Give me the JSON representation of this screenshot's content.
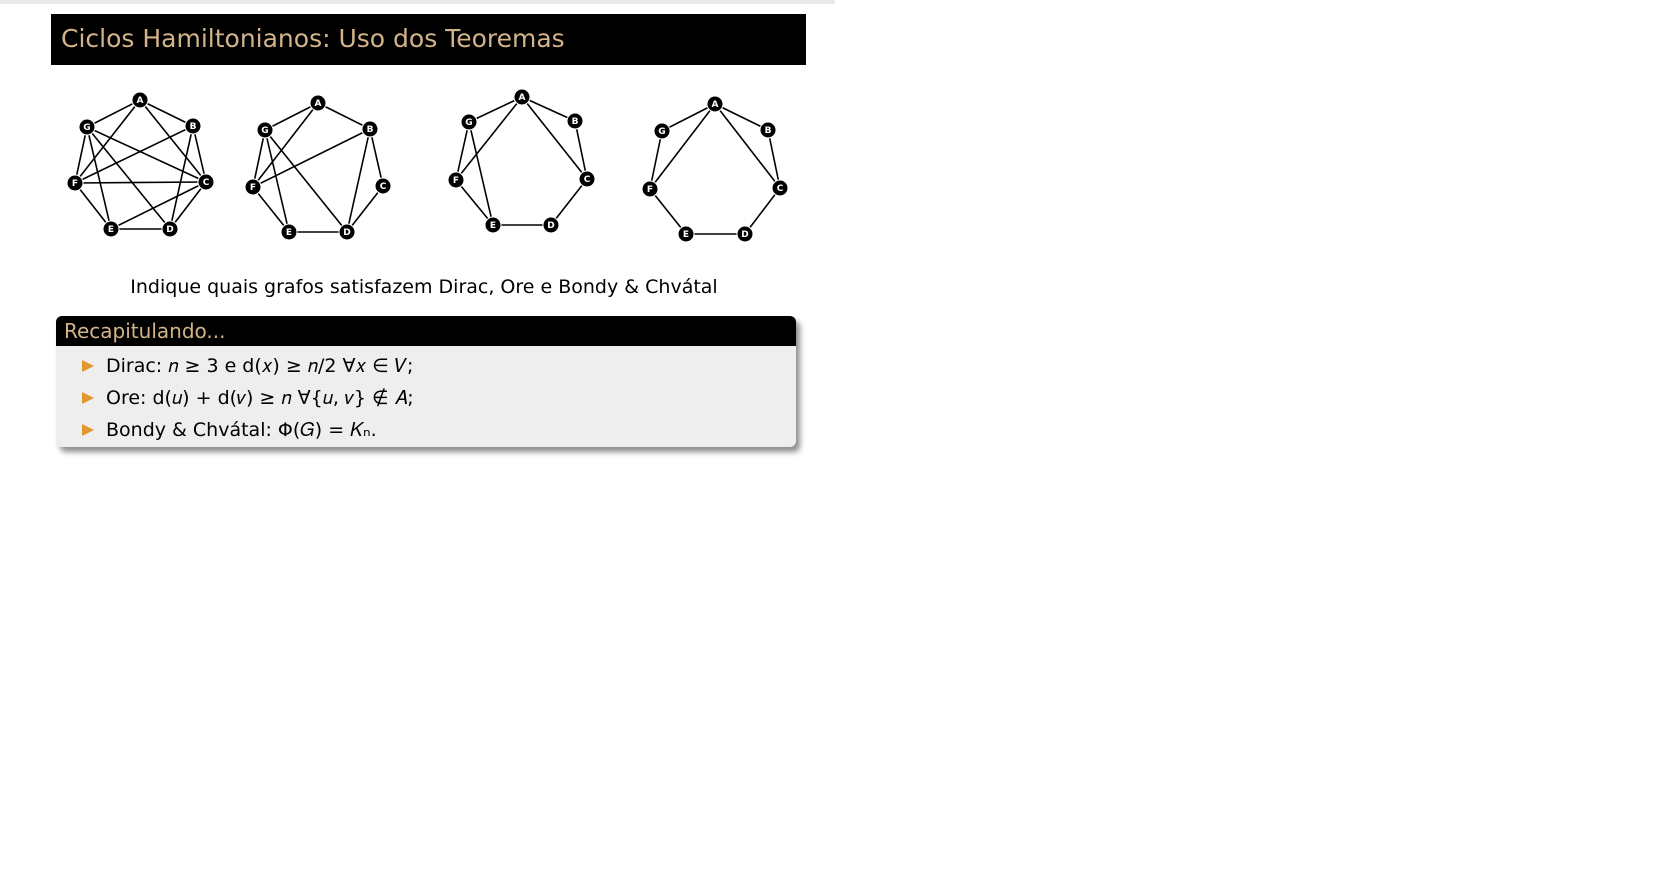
{
  "slide": {
    "title": "Ciclos Hamiltonianos: Uso dos Teoremas",
    "caption": "Indique quais grafos satisfazem Dirac, Ore e Bondy & Chvátal"
  },
  "graphs": [
    {
      "nodes": [
        "A",
        "B",
        "C",
        "D",
        "E",
        "F",
        "G"
      ],
      "edges": [
        [
          "A",
          "B"
        ],
        [
          "B",
          "C"
        ],
        [
          "C",
          "D"
        ],
        [
          "D",
          "E"
        ],
        [
          "E",
          "F"
        ],
        [
          "F",
          "G"
        ],
        [
          "G",
          "A"
        ],
        [
          "A",
          "F"
        ],
        [
          "A",
          "C"
        ],
        [
          "B",
          "F"
        ],
        [
          "G",
          "C"
        ],
        [
          "G",
          "D"
        ],
        [
          "B",
          "D"
        ],
        [
          "F",
          "C"
        ],
        [
          "C",
          "E"
        ],
        [
          "G",
          "E"
        ]
      ]
    },
    {
      "nodes": [
        "A",
        "B",
        "C",
        "D",
        "E",
        "F",
        "G"
      ],
      "edges": [
        [
          "A",
          "B"
        ],
        [
          "B",
          "C"
        ],
        [
          "C",
          "D"
        ],
        [
          "D",
          "E"
        ],
        [
          "E",
          "F"
        ],
        [
          "F",
          "G"
        ],
        [
          "G",
          "A"
        ],
        [
          "A",
          "F"
        ],
        [
          "B",
          "F"
        ],
        [
          "G",
          "D"
        ],
        [
          "G",
          "E"
        ],
        [
          "B",
          "D"
        ]
      ]
    },
    {
      "nodes": [
        "A",
        "B",
        "C",
        "D",
        "E",
        "F",
        "G"
      ],
      "edges": [
        [
          "A",
          "B"
        ],
        [
          "B",
          "C"
        ],
        [
          "C",
          "D"
        ],
        [
          "D",
          "E"
        ],
        [
          "E",
          "F"
        ],
        [
          "F",
          "G"
        ],
        [
          "G",
          "A"
        ],
        [
          "A",
          "F"
        ],
        [
          "A",
          "C"
        ],
        [
          "G",
          "E"
        ]
      ]
    },
    {
      "nodes": [
        "A",
        "B",
        "C",
        "D",
        "E",
        "F",
        "G"
      ],
      "edges": [
        [
          "A",
          "B"
        ],
        [
          "B",
          "C"
        ],
        [
          "C",
          "D"
        ],
        [
          "D",
          "E"
        ],
        [
          "E",
          "F"
        ],
        [
          "F",
          "G"
        ],
        [
          "G",
          "A"
        ],
        [
          "A",
          "F"
        ],
        [
          "A",
          "C"
        ]
      ]
    }
  ],
  "recap": {
    "header": "Recapitulando...",
    "items": [
      {
        "label": "Dirac: 𝑛 ≥ 3 e d(𝑥) ≥ 𝑛/2 ∀𝑥 ∈ 𝑉;"
      },
      {
        "label": "Ore: d(𝑢) + d(𝑣) ≥ 𝑛 ∀{𝑢, 𝑣} ∉ 𝐴;"
      },
      {
        "label": "Bondy & Chvátal: Φ(𝐺) = 𝐾ₙ."
      }
    ]
  },
  "colors": {
    "header_text": "#d3b48a",
    "bullet": "#e2962e",
    "block_body": "#eeeeee"
  }
}
